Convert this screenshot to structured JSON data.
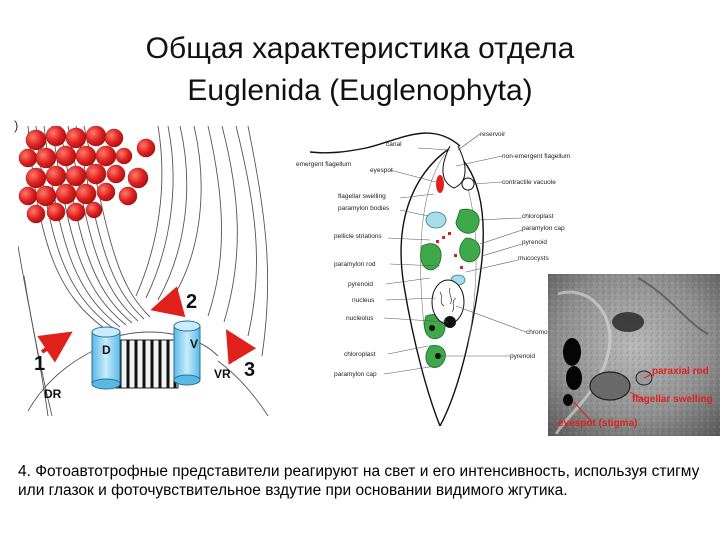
{
  "slide": {
    "title_line1": "Общая характеристика отдела",
    "title_line2": "Euglenida (Euglenophyta)",
    "marker": ")",
    "caption": "4. Фотоавтотрофные представители реагируют на свет и его интенсивность, используя стигму или глазок и фоточувствительное вздутие при основании видимого жгутика."
  },
  "figure_left": {
    "labels": {
      "n1": "1",
      "n2": "2",
      "n3": "3",
      "d": "D",
      "v": "V",
      "dr": "DR",
      "vr": "VR"
    },
    "colors": {
      "granules": "#e02020",
      "arrows": "#e0201a",
      "roots": "#8fd0ee"
    }
  },
  "figure_middle": {
    "labels": {
      "canal": "canal",
      "reservoir": "reservoir",
      "emergent_flagellum": "emergent flagellum",
      "non_emergent_flagellum": "non-emergent flagellum",
      "eyespot": "eyespot",
      "flagellar_swelling": "flagellar swelling",
      "contractile_vacuole": "contractile vacuole",
      "paramylon_bodies": "paramylon bodies",
      "chloroplast_r": "chloroplast",
      "paramylon_cap_r": "paramylon cap",
      "pellicle_striations": "pellicle striations",
      "pyrenoid_r": "pyrenoid",
      "paramylon_rod": "paramylon rod",
      "mucocysts": "mucocysts",
      "pyrenoid_l": "pyrenoid",
      "nucleus": "nucleus",
      "nucleolus": "nucleolus",
      "chromosome": "chromosome",
      "chloroplast_l": "chloroplast",
      "pyrenoid_bottom": "pyrenoid",
      "paramylon_cap_l": "paramylon cap"
    },
    "colors": {
      "chloroplast": "#3fa84a",
      "vacuole": "#a8dce8",
      "eyespot": "#e02020"
    }
  },
  "figure_right": {
    "labels": {
      "paraxial_rod": "paraxial rod",
      "flagellar_swelling": "flagellar swelling",
      "eyespot_stigma": "eyespot (stigma)"
    },
    "colors": {
      "label": "#e02020"
    }
  }
}
